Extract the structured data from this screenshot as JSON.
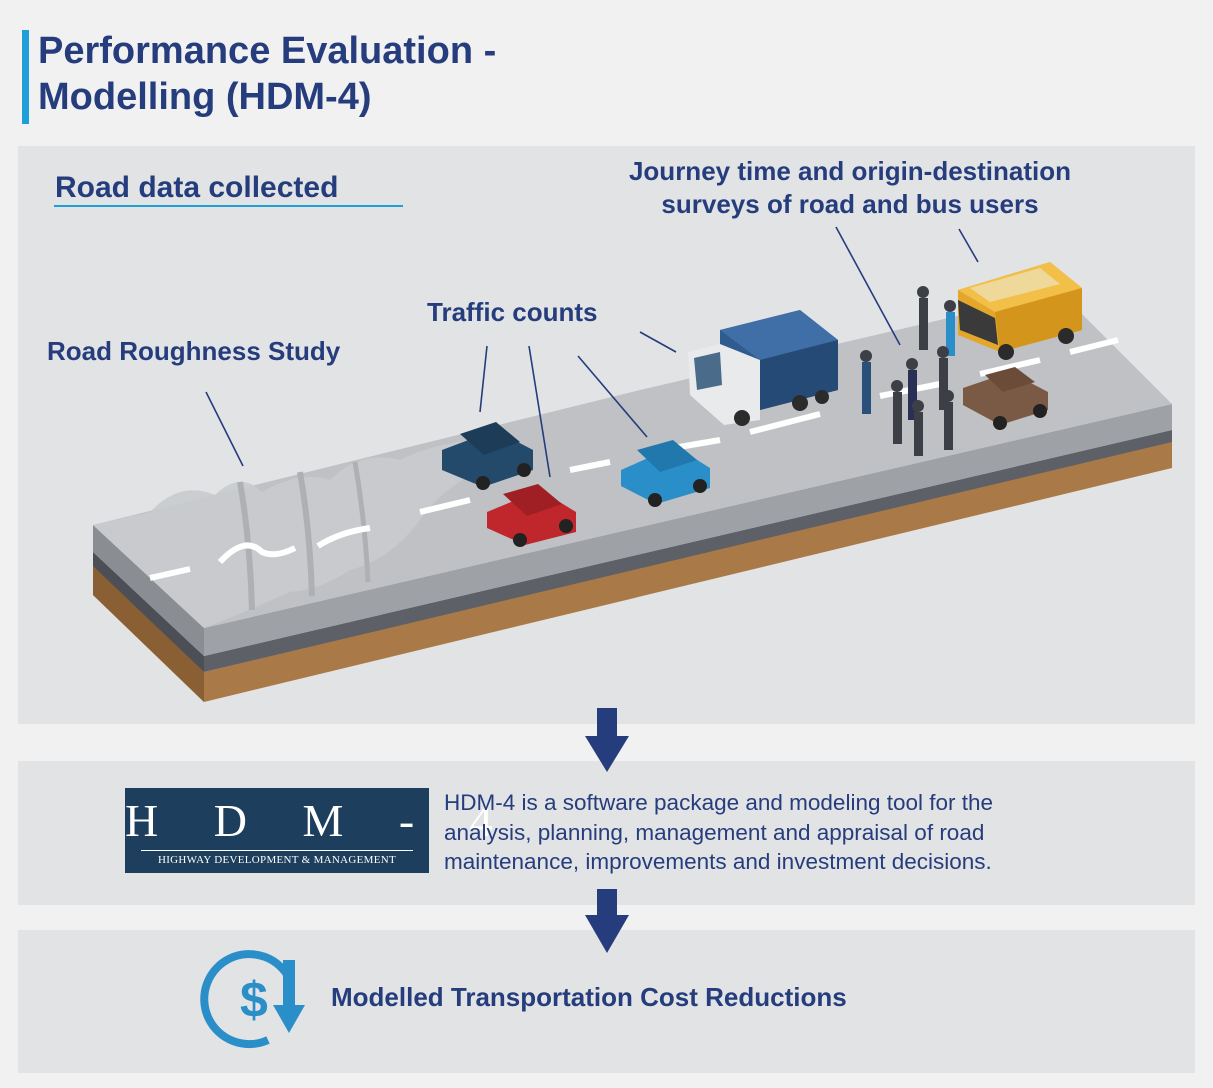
{
  "title": {
    "line1": "Performance Evaluation -",
    "line2": "Modelling (HDM-4)"
  },
  "road_section": {
    "heading": "Road data collected",
    "labels": {
      "roughness": "Road Roughness Study",
      "traffic": "Traffic counts",
      "journey_line1": "Journey time and origin-destination",
      "journey_line2": "surveys of road and bus users"
    }
  },
  "hdm": {
    "logo_letters": "HDM-4",
    "logo_subtitle": "HIGHWAY DEVELOPMENT & MANAGEMENT",
    "description_line1": "HDM-4 is a software package and modeling tool for the",
    "description_line2": "analysis, planning, management and appraisal of road",
    "description_line3": "maintenance, improvements and investment decisions."
  },
  "result": {
    "label": "Modelled Transportation Cost Reductions",
    "icon": "dollar-down-arrow-icon"
  },
  "colors": {
    "navy": "#263d7d",
    "accent_blue": "#1f9ed8",
    "panel": "#e2e3e5",
    "logo_bg": "#1d3e5c"
  }
}
